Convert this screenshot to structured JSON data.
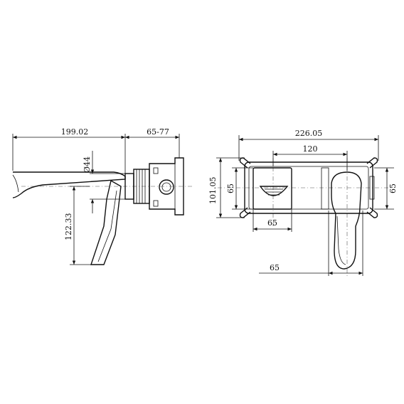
{
  "side_view": {
    "dim_spout_length": "199.02",
    "dim_wall_depth": "65-77",
    "dim_diameter": "Ø44",
    "dim_handle_height": "122.33"
  },
  "front_view": {
    "dim_plate_width": "226.05",
    "dim_plate_height": "101.05",
    "dim_body_centers": "120",
    "dim_spout_height": "65",
    "dim_right_height": "65",
    "dim_spout_width": "65",
    "dim_handle_width": "65"
  }
}
